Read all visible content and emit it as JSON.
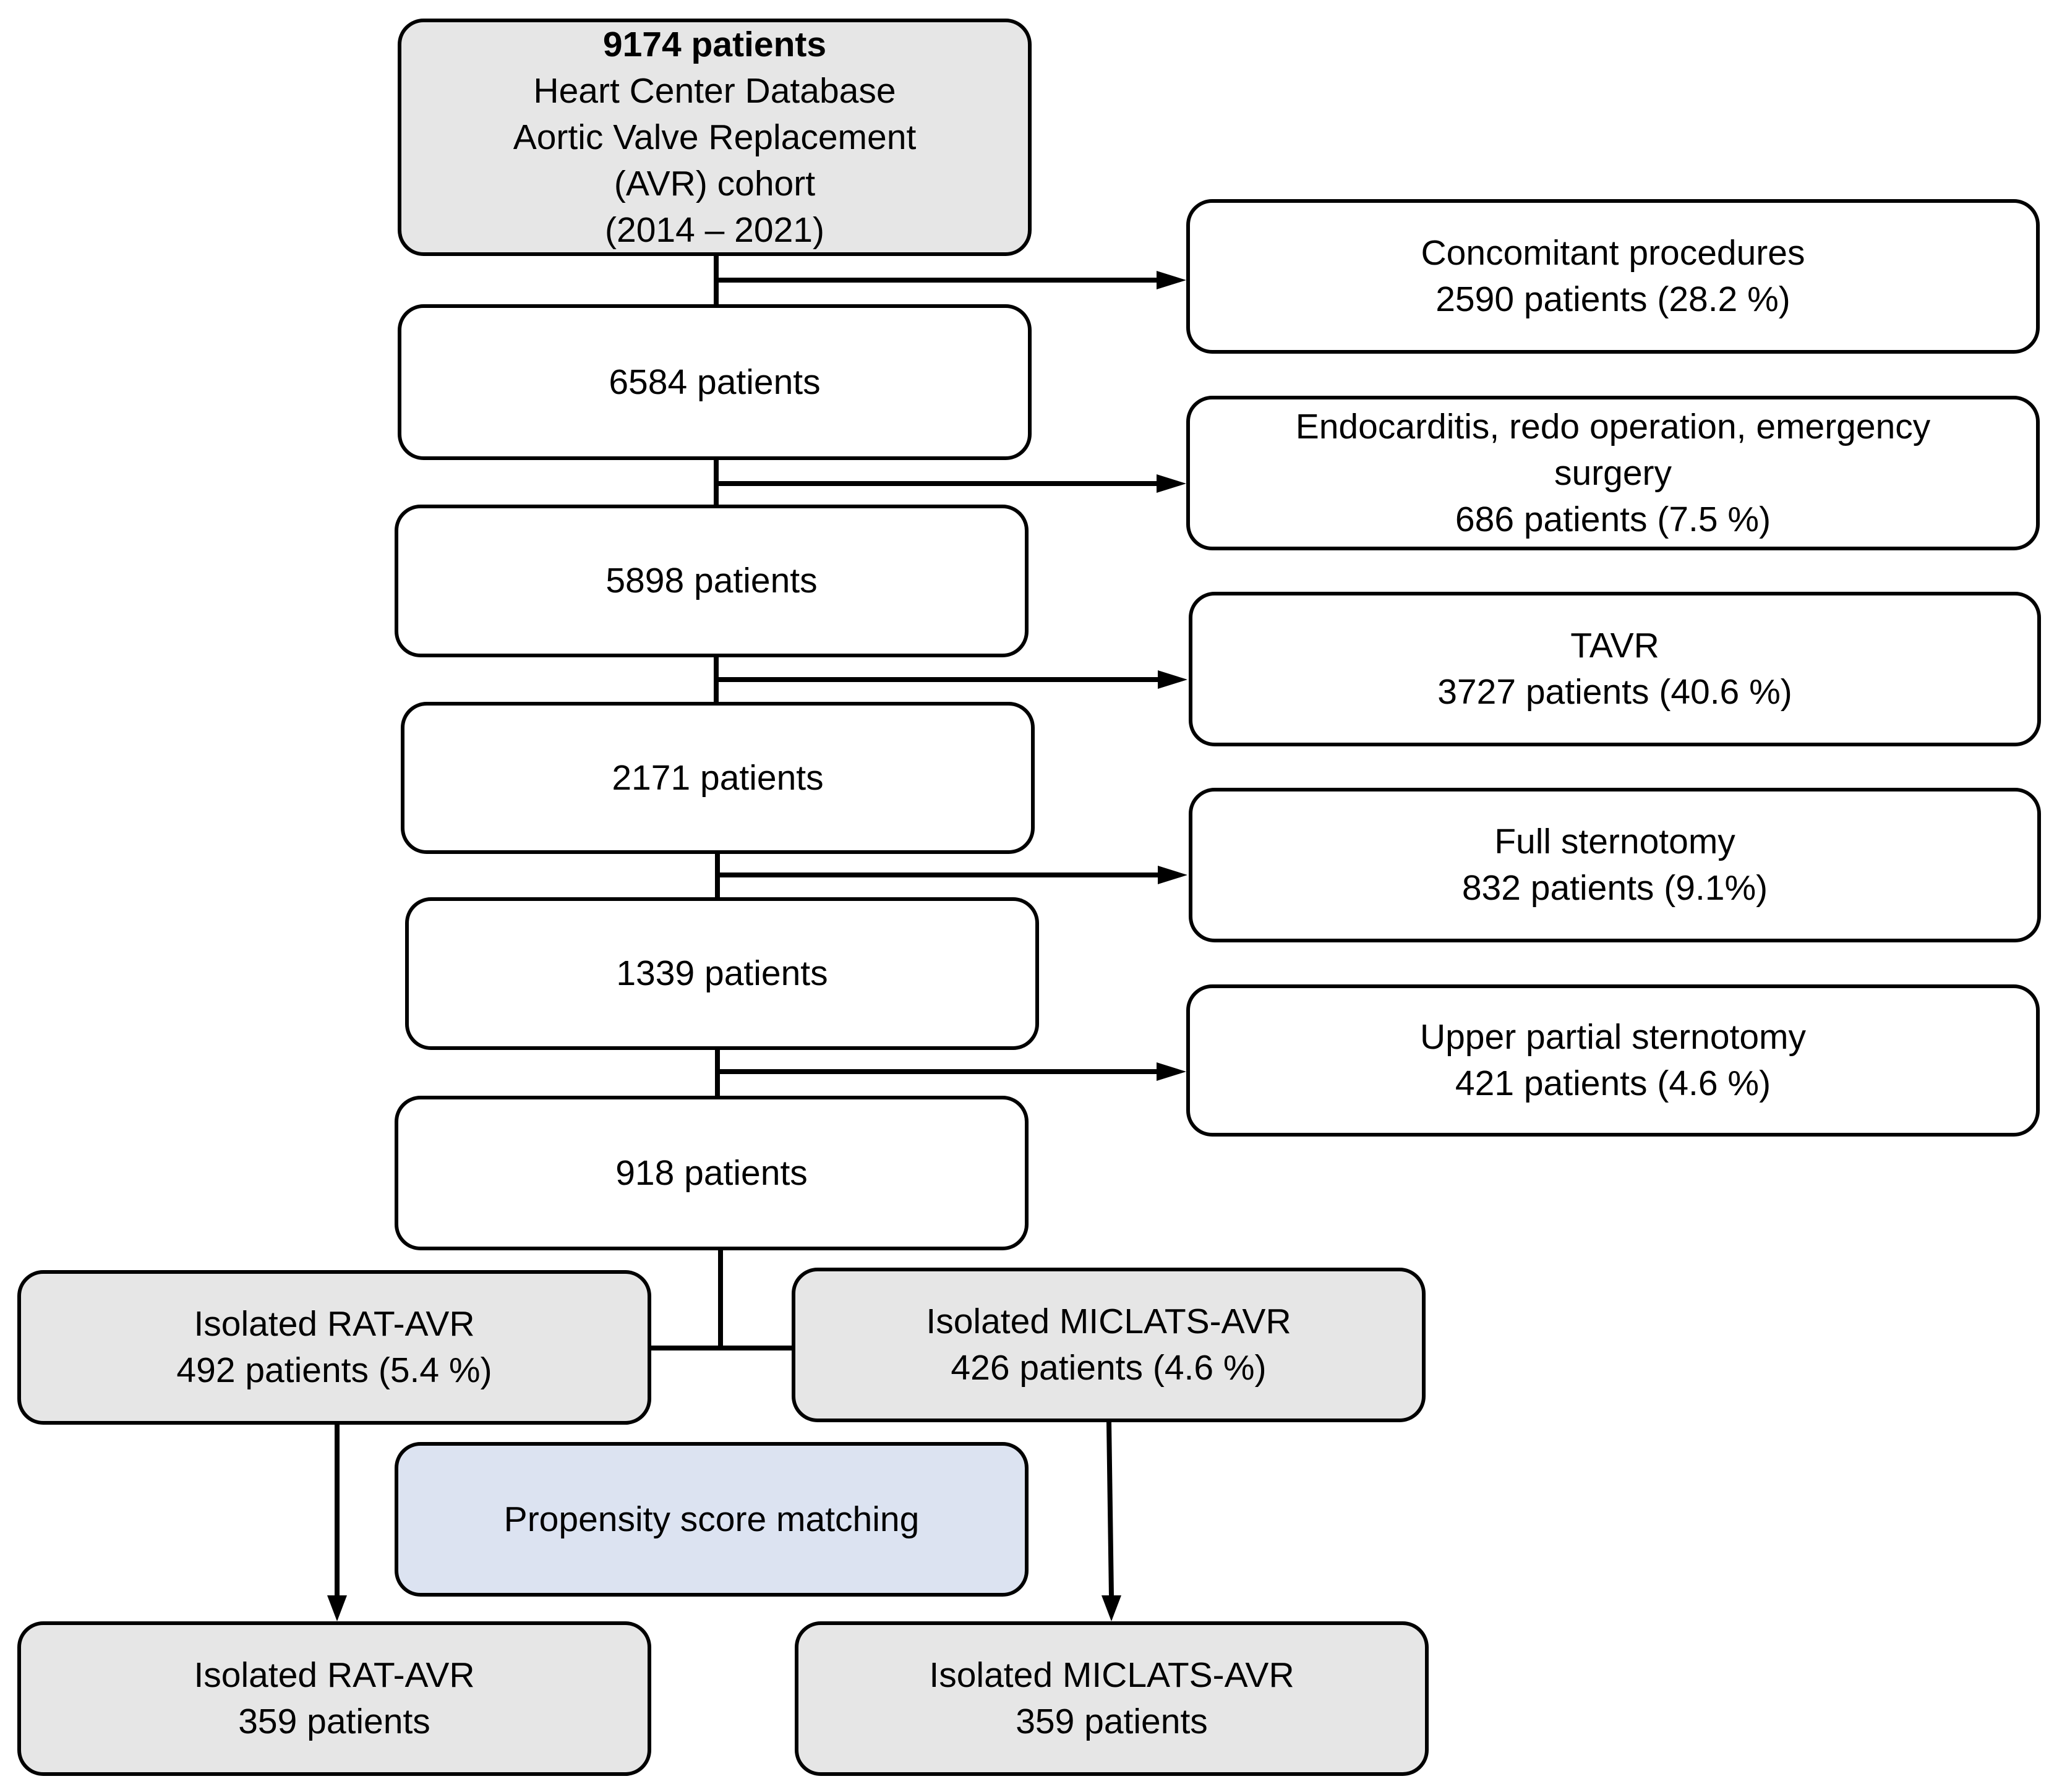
{
  "start": {
    "title": "9174 patients",
    "line1": "Heart Center Database",
    "line2": "Aortic Valve Replacement",
    "line3": "(AVR) cohort",
    "line4": "(2014 – 2021)"
  },
  "main_flow": [
    "6584 patients",
    "5898 patients",
    "2171 patients",
    "1339 patients",
    "918 patients"
  ],
  "exclusions": [
    {
      "line1": "Concomitant procedures",
      "line2": "2590 patients (28.2 %)"
    },
    {
      "line1": "Endocarditis, redo operation, emergency",
      "line2": "surgery",
      "line3": "686 patients (7.5 %)"
    },
    {
      "line1": "TAVR",
      "line2": "3727 patients (40.6 %)"
    },
    {
      "line1": "Full sternotomy",
      "line2": "832 patients (9.1%)"
    },
    {
      "line1": "Upper partial sternotomy",
      "line2": "421 patients (4.6 %)"
    }
  ],
  "groups": {
    "rat_before": {
      "line1": "Isolated RAT-AVR",
      "line2": "492 patients (5.4 %)"
    },
    "miclats_before": {
      "line1": "Isolated MICLATS-AVR",
      "line2": "426 patients (4.6 %)"
    },
    "matching": "Propensity score matching",
    "rat_after": {
      "line1": "Isolated RAT-AVR",
      "line2": "359 patients"
    },
    "miclats_after": {
      "line1": "Isolated MICLATS-AVR",
      "line2": "359 patients"
    }
  },
  "colors": {
    "start_fill": "#e6e6e6",
    "group_fill": "#e6e6e6",
    "matching_fill": "#dce3f1",
    "box_fill": "#ffffff",
    "line": "#000000"
  }
}
